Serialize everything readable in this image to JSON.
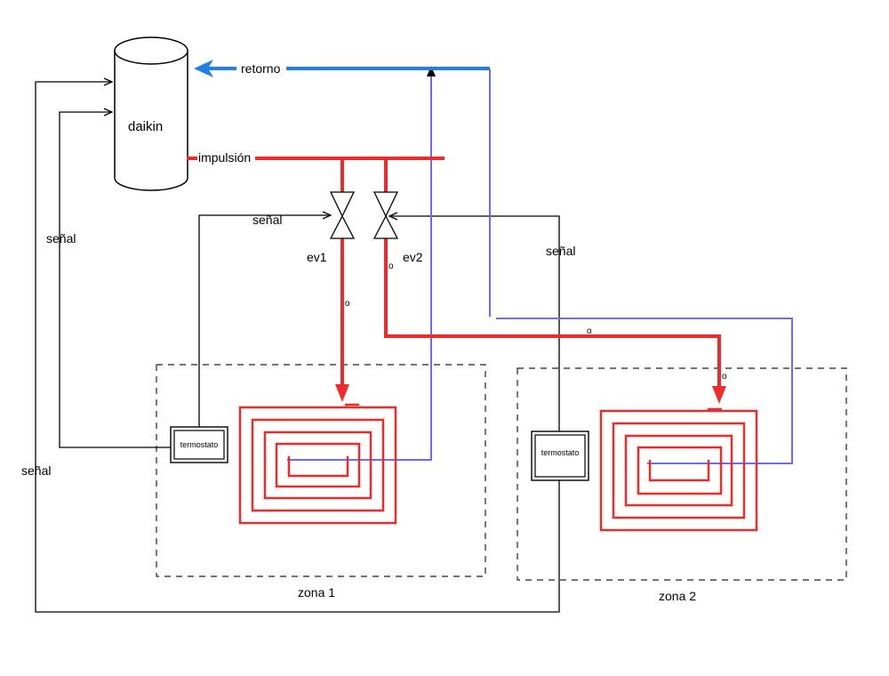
{
  "diagram": {
    "unit": "daikin",
    "supply_label": "impulsión",
    "return_label": "retorno",
    "signal_label": "señal",
    "valve_1": "ev1",
    "valve_2": "ev2",
    "thermostat": "termostato",
    "zone_1": "zona 1",
    "zone_2": "zona 2",
    "flow_marker": "o"
  },
  "colors": {
    "supply": "#ee2b2b",
    "return_main": "#1f7fe6",
    "return_pipe": "#6f6cf0",
    "signal": "#000000"
  }
}
